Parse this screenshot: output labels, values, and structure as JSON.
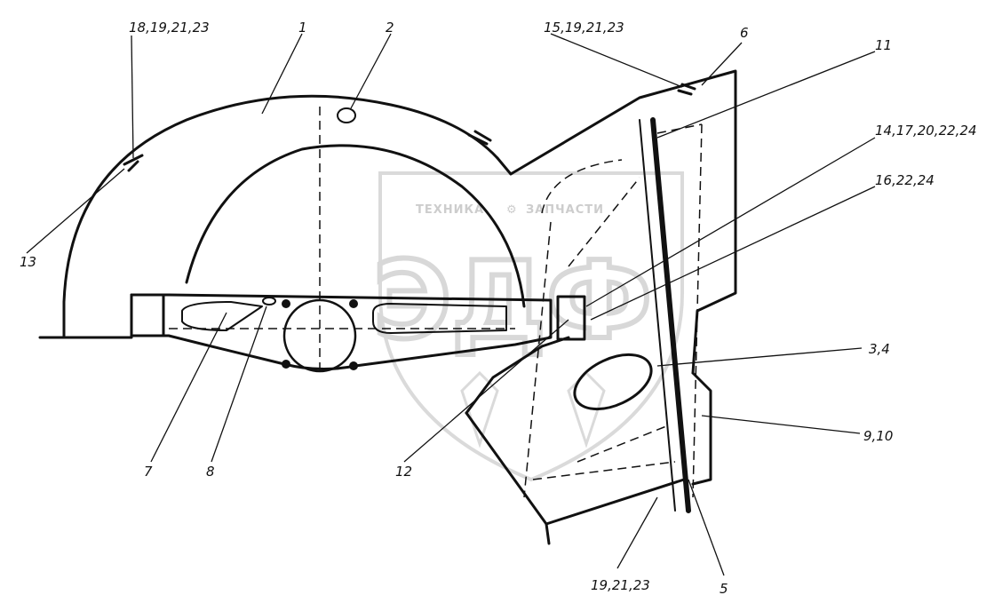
{
  "watermark": {
    "left_text": "ТЕХНИКА",
    "right_text": "ЗАПЧАСТИ",
    "letters": "ЭДФ"
  },
  "callouts": [
    {
      "id": "1",
      "text": "1"
    },
    {
      "id": "2",
      "text": "2"
    },
    {
      "id": "3",
      "text": "3,4"
    },
    {
      "id": "5",
      "text": "5"
    },
    {
      "id": "6",
      "text": "6"
    },
    {
      "id": "7",
      "text": "7"
    },
    {
      "id": "8",
      "text": "8"
    },
    {
      "id": "9",
      "text": "9,10"
    },
    {
      "id": "11",
      "text": "11"
    },
    {
      "id": "12",
      "text": "12"
    },
    {
      "id": "13",
      "text": "13"
    },
    {
      "id": "14",
      "text": "14,17,20,22,24"
    },
    {
      "id": "15",
      "text": "15,19,21,23"
    },
    {
      "id": "16",
      "text": "16,22,24"
    },
    {
      "id": "18",
      "text": "18,19,21,23"
    },
    {
      "id": "19",
      "text": "19,21,23"
    }
  ]
}
